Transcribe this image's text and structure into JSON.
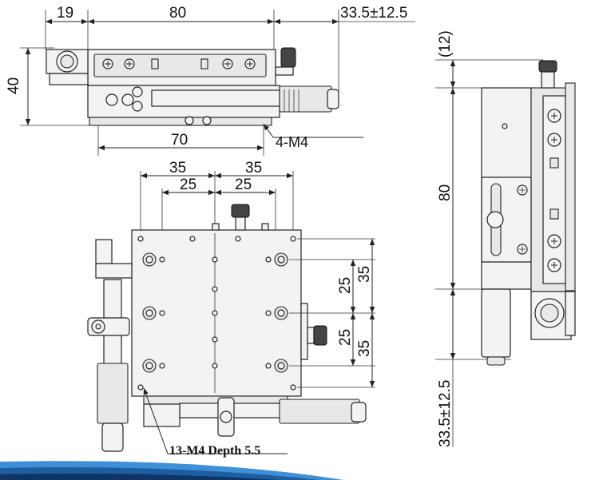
{
  "front_view": {
    "dims": {
      "left_offset": "19",
      "width": "80",
      "travel": "33.5±12.5",
      "height": "40",
      "base": "70"
    },
    "hole_note": "4-M4"
  },
  "top_view": {
    "dims": {
      "outer_left": "35",
      "outer_right": "35",
      "inner_left": "25",
      "inner_right": "25",
      "v_inner_top": "25",
      "v_outer_top": "35",
      "v_inner_bottom": "25",
      "v_outer_bottom": "35"
    },
    "hole_note": "13-M4 Depth 5.5"
  },
  "side_view": {
    "dims": {
      "knob_height": "(12)",
      "width": "80",
      "travel": "33.5±12.5"
    }
  }
}
